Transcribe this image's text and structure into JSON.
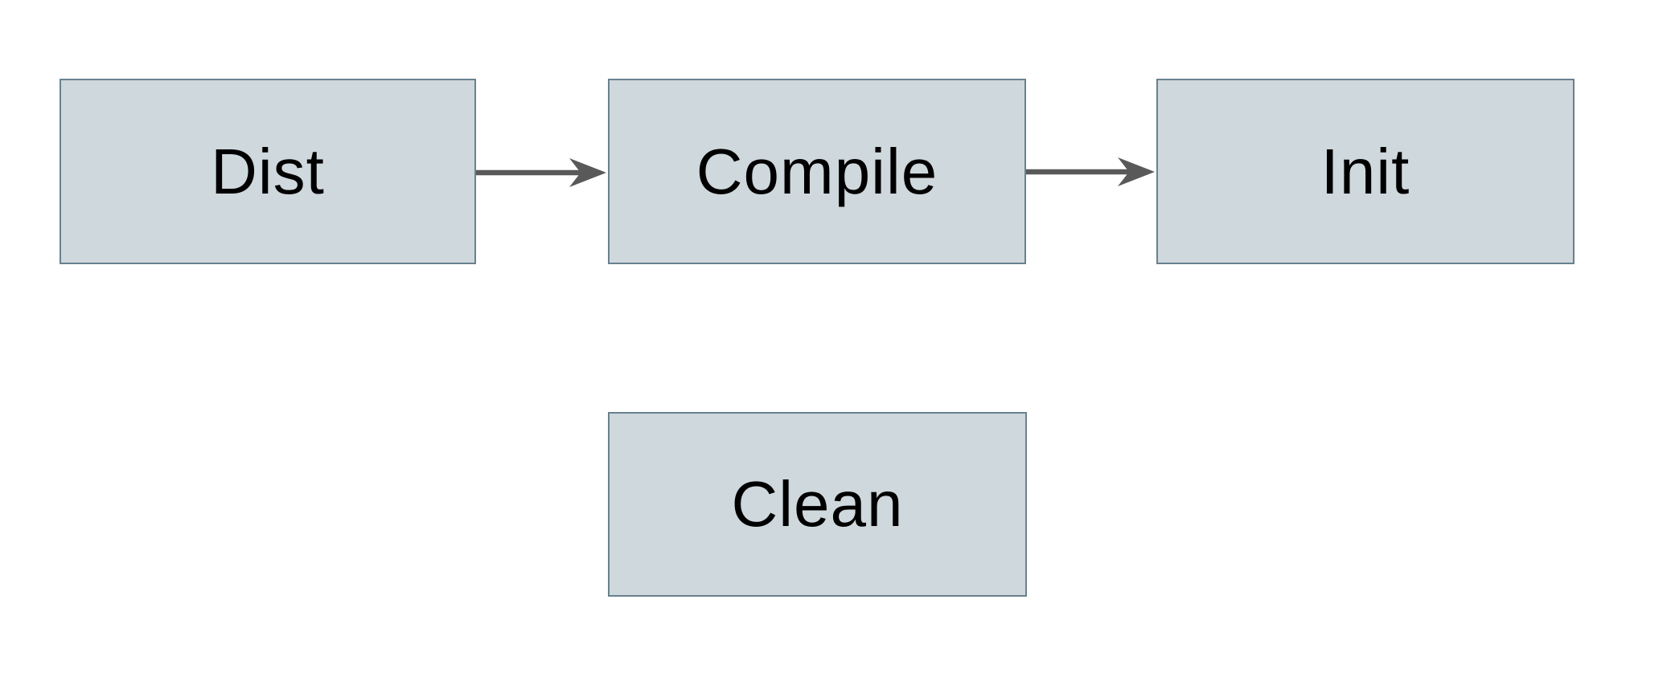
{
  "diagram": {
    "nodes": [
      {
        "id": "dist",
        "label": "Dist"
      },
      {
        "id": "compile",
        "label": "Compile"
      },
      {
        "id": "init",
        "label": "Init"
      },
      {
        "id": "clean",
        "label": "Clean"
      }
    ],
    "edges": [
      {
        "from": "Dist",
        "to": "Compile"
      },
      {
        "from": "Compile",
        "to": "Init"
      }
    ],
    "colors": {
      "node_fill": "#cfd8dc",
      "node_border": "#68818f",
      "arrow": "#595959",
      "text": "#000000",
      "background": "#ffffff"
    }
  }
}
